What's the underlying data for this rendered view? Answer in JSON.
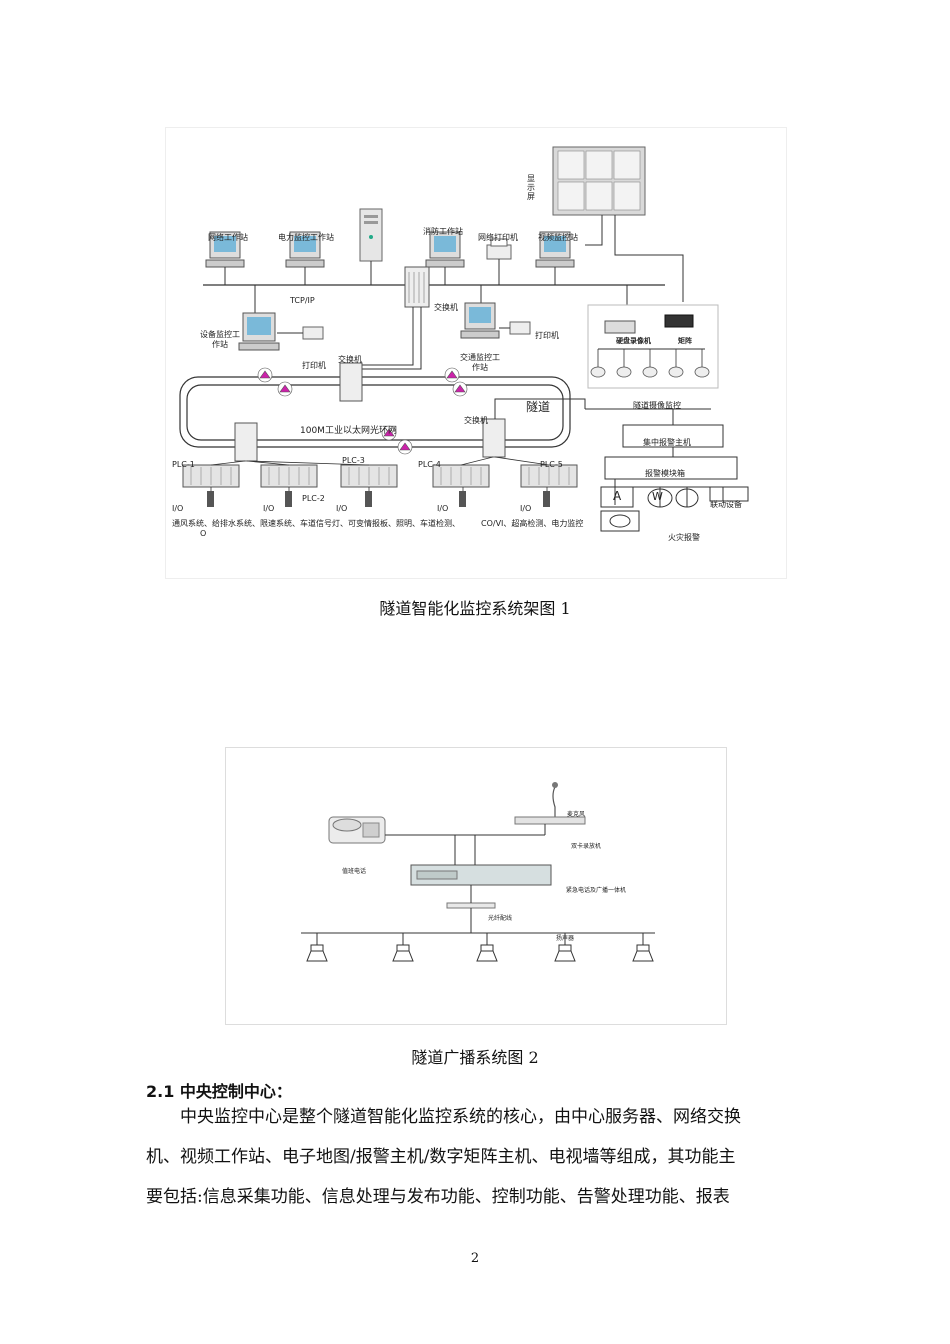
{
  "figure1": {
    "caption": "隧道智能化监控系统架图 1",
    "labels": {
      "display_screen": "显示屏",
      "network_workstation": "网络工作站",
      "power_workstation": "电力监控工作站",
      "fire_workstation": "消防工作站",
      "network_printer": "网络打印机",
      "video_workstation": "视频监控站",
      "tcpip": "TCP/IP",
      "switch_main": "交换机",
      "equipment_workstation": "设备监控工作站",
      "printer_left": "打印机",
      "printer_right": "打印机",
      "switch_ring_left": "交换机",
      "traffic_workstation": "交通监控工作站",
      "dvr": "硬盘录像机",
      "matrix": "矩阵",
      "tunnel": "隧道",
      "ring_network": "100M工业以太网光环网",
      "switch_ring_right": "交换机",
      "tunnel_camera": "隧道摄像监控",
      "alarm_host": "集中报警主机",
      "alarm_module": "报警模块箱",
      "device_a": "A",
      "device_w": "W",
      "linkage_device": "联动设备",
      "fire_alarm": "火灾报警",
      "plc1": "PLC-1",
      "plc2": "PLC-2",
      "plc3": "PLC-3",
      "plc4": "PLC-4",
      "plc5": "PLC-5",
      "io1": "I/O",
      "io2": "I/O",
      "io3": "I/O",
      "io4": "I/O",
      "io5": "I/O",
      "systems_left": "通风系统、给排水系统、限速系统、车道信号灯、可变情报板、照明、车道检测、",
      "systems_o": "O",
      "systems_right": "CO/VI、超高检测、电力监控"
    }
  },
  "figure2": {
    "caption": "隧道广播系统图 2",
    "labels": {
      "microphone": "麦克风",
      "phone": "值班电话",
      "dual_receiver": "双卡录放机",
      "amplifier": "紧急电话及广播一体机",
      "distributor": "光纤配线",
      "speaker": "扬声器"
    }
  },
  "section": {
    "title": "2.1 中央控制中心：",
    "lines": [
      "中央监控中心是整个隧道智能化监控系统的核心，由中心服务器、网络交换",
      "机、视频工作站、电子地图/报警主机/数字矩阵主机、电视墙等组成，其功能主",
      "要包括:信息采集功能、信息处理与发布功能、控制功能、告警处理功能、报表"
    ]
  },
  "page_number": "2"
}
